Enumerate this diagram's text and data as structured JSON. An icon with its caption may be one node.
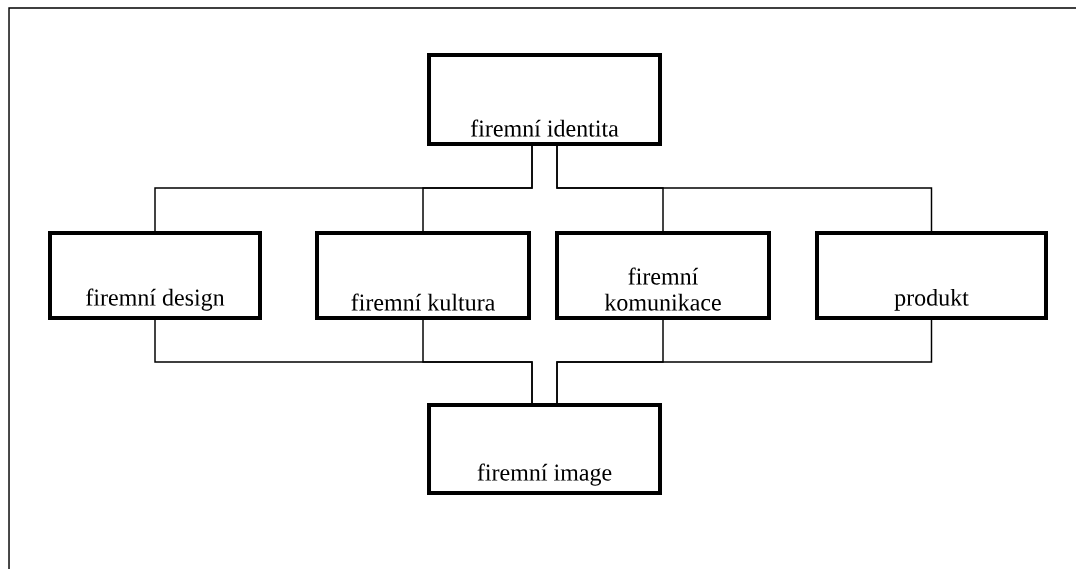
{
  "diagram": {
    "nodes": [
      {
        "text": [
          "firemní identita"
        ]
      },
      {
        "text": [
          "firemní design"
        ]
      },
      {
        "text": [
          "firemní kultura"
        ]
      },
      {
        "text": [
          "firemní komunikace"
        ]
      },
      {
        "text": [
          "produkt"
        ]
      },
      {
        "text": [
          "firemní image"
        ]
      }
    ],
    "edges": [
      {
        "from": 0,
        "to": 1,
        "arrow": "none"
      },
      {
        "from": 0,
        "to": 2,
        "arrow": "none"
      },
      {
        "from": 0,
        "to": 3,
        "arrow": "none"
      },
      {
        "from": 0,
        "to": 4,
        "arrow": "none"
      },
      {
        "from": 1,
        "to": 5,
        "arrow": "none"
      },
      {
        "from": 2,
        "to": 5,
        "arrow": "none"
      },
      {
        "from": 3,
        "to": 5,
        "arrow": "none"
      },
      {
        "from": 4,
        "to": 5,
        "arrow": "none"
      }
    ]
  }
}
